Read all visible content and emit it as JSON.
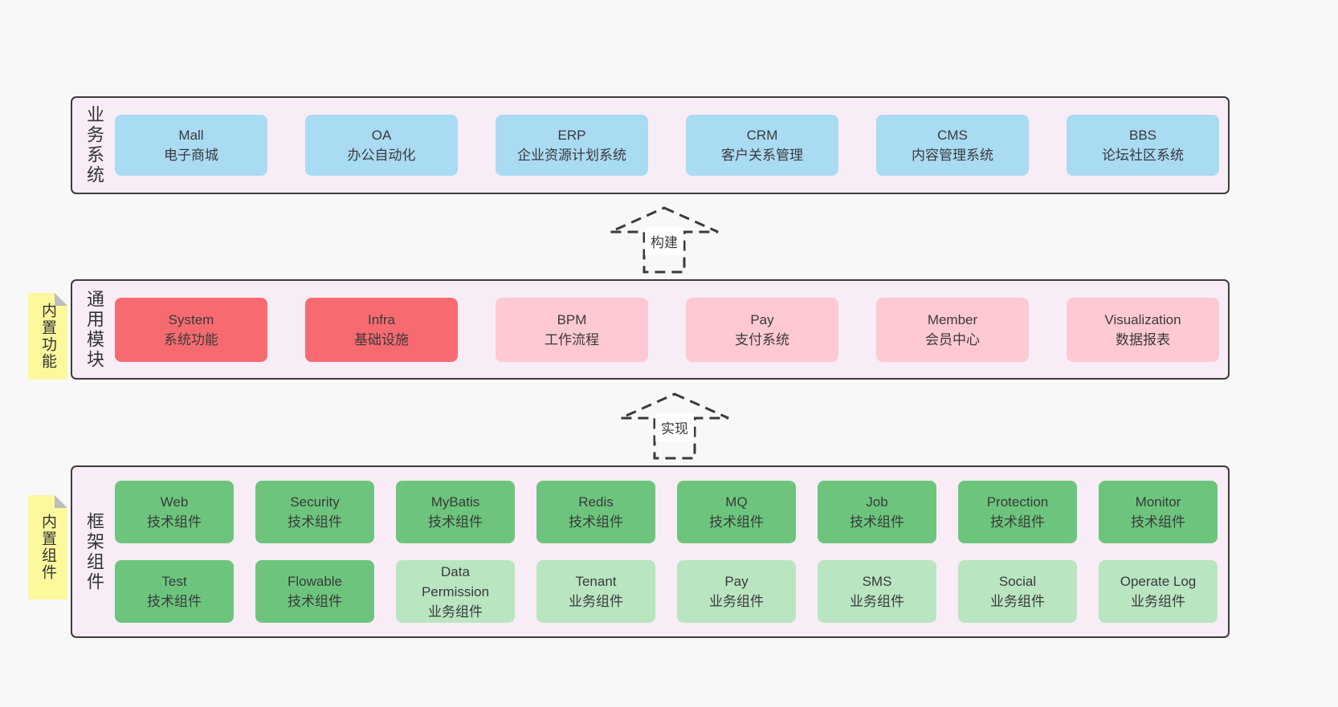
{
  "colors": {
    "page_bg": "#f8f8f8",
    "layer_bg": "#f8edf6",
    "layer_border": "#3d3d3d",
    "blue_box": "#a9dbf3",
    "red_box": "#f76b70",
    "pink_box": "#fec9d2",
    "green_box": "#6dc57d",
    "light_green_box": "#b9e5c1",
    "yellow_tab": "#fbf99c",
    "text": "#3a3a3a"
  },
  "arrows": [
    {
      "label": "构建"
    },
    {
      "label": "实现"
    }
  ],
  "layers": {
    "business": {
      "side_label": "业务系统",
      "boxes": [
        {
          "name": "Mall",
          "desc": "电子商城"
        },
        {
          "name": "OA",
          "desc": "办公自动化"
        },
        {
          "name": "ERP",
          "desc": "企业资源计划系统"
        },
        {
          "name": "CRM",
          "desc": "客户关系管理"
        },
        {
          "name": "CMS",
          "desc": "内容管理系统"
        },
        {
          "name": "BBS",
          "desc": "论坛社区系统"
        }
      ]
    },
    "modules": {
      "side_label": "通用模块",
      "tab_label": "内置功能",
      "boxes": [
        {
          "name": "System",
          "desc": "系统功能"
        },
        {
          "name": "Infra",
          "desc": "基础设施"
        },
        {
          "name": "BPM",
          "desc": "工作流程"
        },
        {
          "name": "Pay",
          "desc": "支付系统"
        },
        {
          "name": "Member",
          "desc": "会员中心"
        },
        {
          "name": "Visualization",
          "desc": "数据报表"
        }
      ]
    },
    "framework": {
      "side_label": "框架组件",
      "tab_label": "内置组件",
      "row1": [
        {
          "name": "Web",
          "desc": "技术组件"
        },
        {
          "name": "Security",
          "desc": "技术组件"
        },
        {
          "name": "MyBatis",
          "desc": "技术组件"
        },
        {
          "name": "Redis",
          "desc": "技术组件"
        },
        {
          "name": "MQ",
          "desc": "技术组件"
        },
        {
          "name": "Job",
          "desc": "技术组件"
        },
        {
          "name": "Protection",
          "desc": "技术组件"
        },
        {
          "name": "Monitor",
          "desc": "技术组件"
        }
      ],
      "row2": [
        {
          "name": "Test",
          "desc": "技术组件"
        },
        {
          "name": "Flowable",
          "desc": "技术组件"
        },
        {
          "name": "Data Permission",
          "desc": "业务组件"
        },
        {
          "name": "Tenant",
          "desc": "业务组件"
        },
        {
          "name": "Pay",
          "desc": "业务组件"
        },
        {
          "name": "SMS",
          "desc": "业务组件"
        },
        {
          "name": "Social",
          "desc": "业务组件"
        },
        {
          "name": "Operate Log",
          "desc": "业务组件"
        }
      ]
    }
  }
}
